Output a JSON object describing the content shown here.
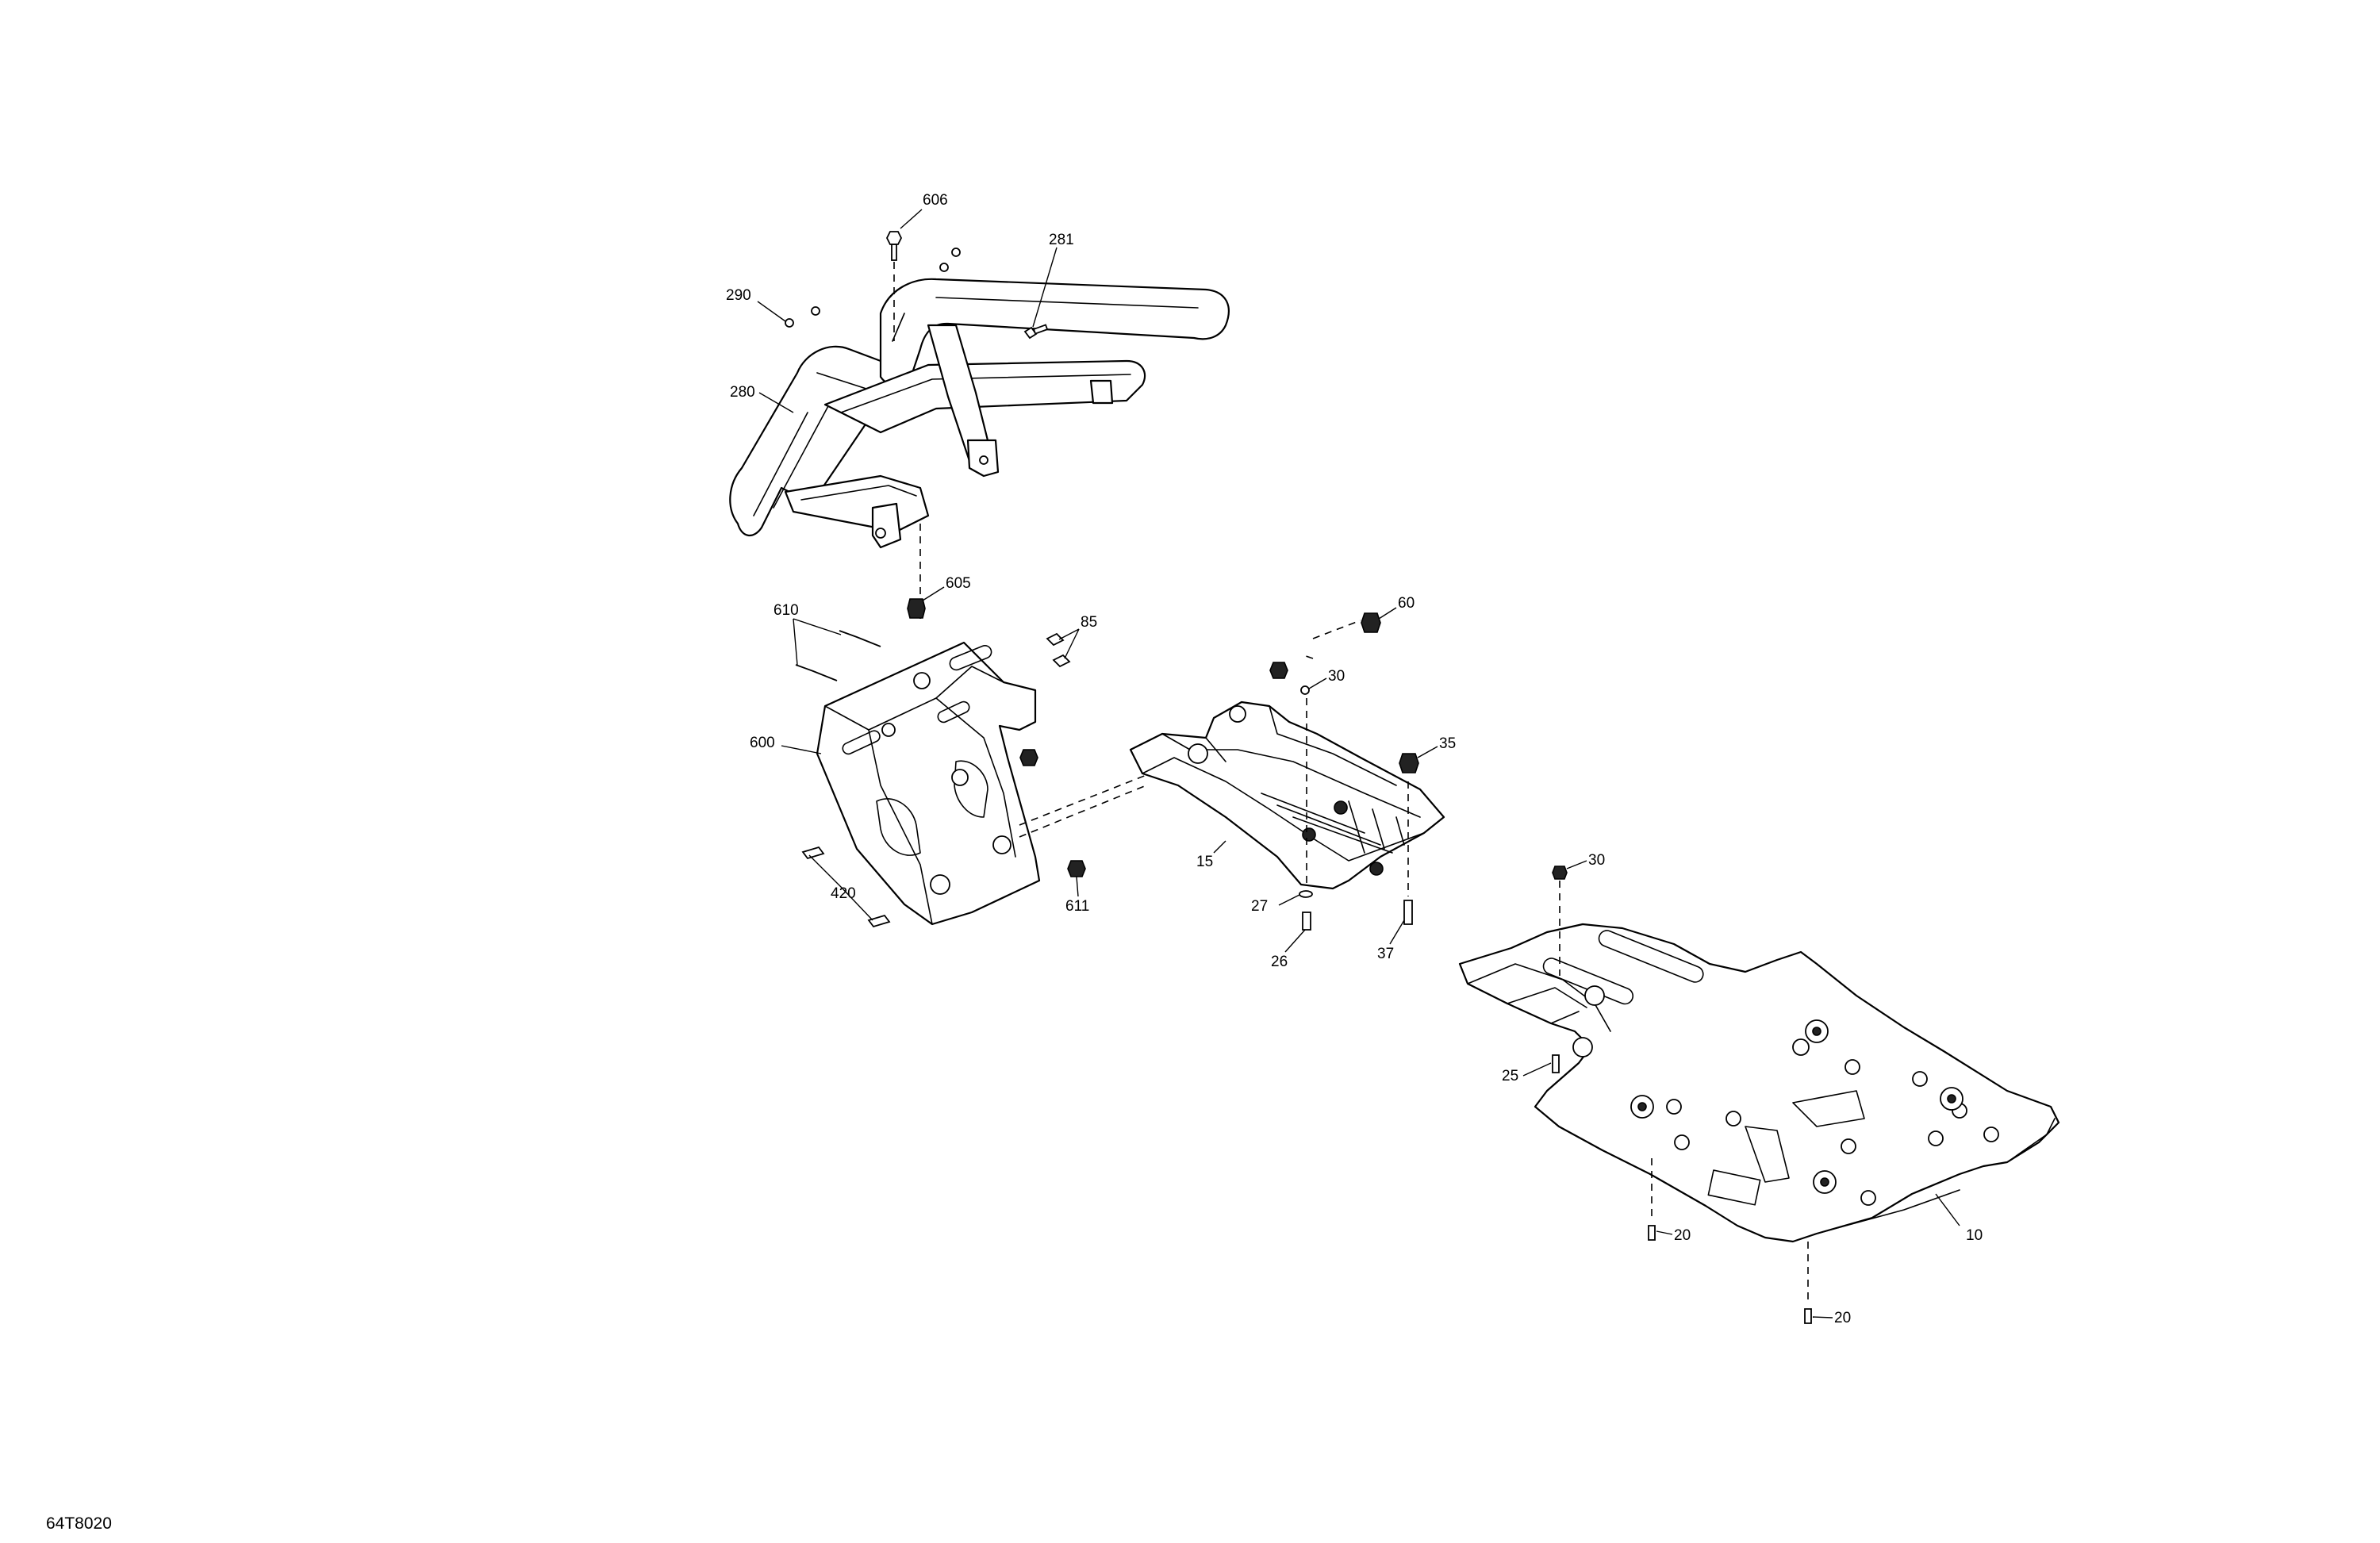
{
  "drawing_code": "64T8020",
  "callouts": {
    "c606": "606",
    "c281": "281",
    "c290": "290",
    "c280": "280",
    "c605": "605",
    "c610": "610",
    "c85": "85",
    "c600": "600",
    "c420": "420",
    "c611": "611",
    "c60": "60",
    "c30a": "30",
    "c35": "35",
    "c15": "15",
    "c27": "27",
    "c26": "26",
    "c37": "37",
    "c30b": "30",
    "c25": "25",
    "c10": "10",
    "c20a": "20",
    "c20b": "20"
  },
  "parts": {
    "bumper": "front-bumper-tube-frame",
    "bracket": "bumper-support-bracket",
    "mid_plate": "middle-skid-plate",
    "main_plate": "main-skid-plate"
  }
}
